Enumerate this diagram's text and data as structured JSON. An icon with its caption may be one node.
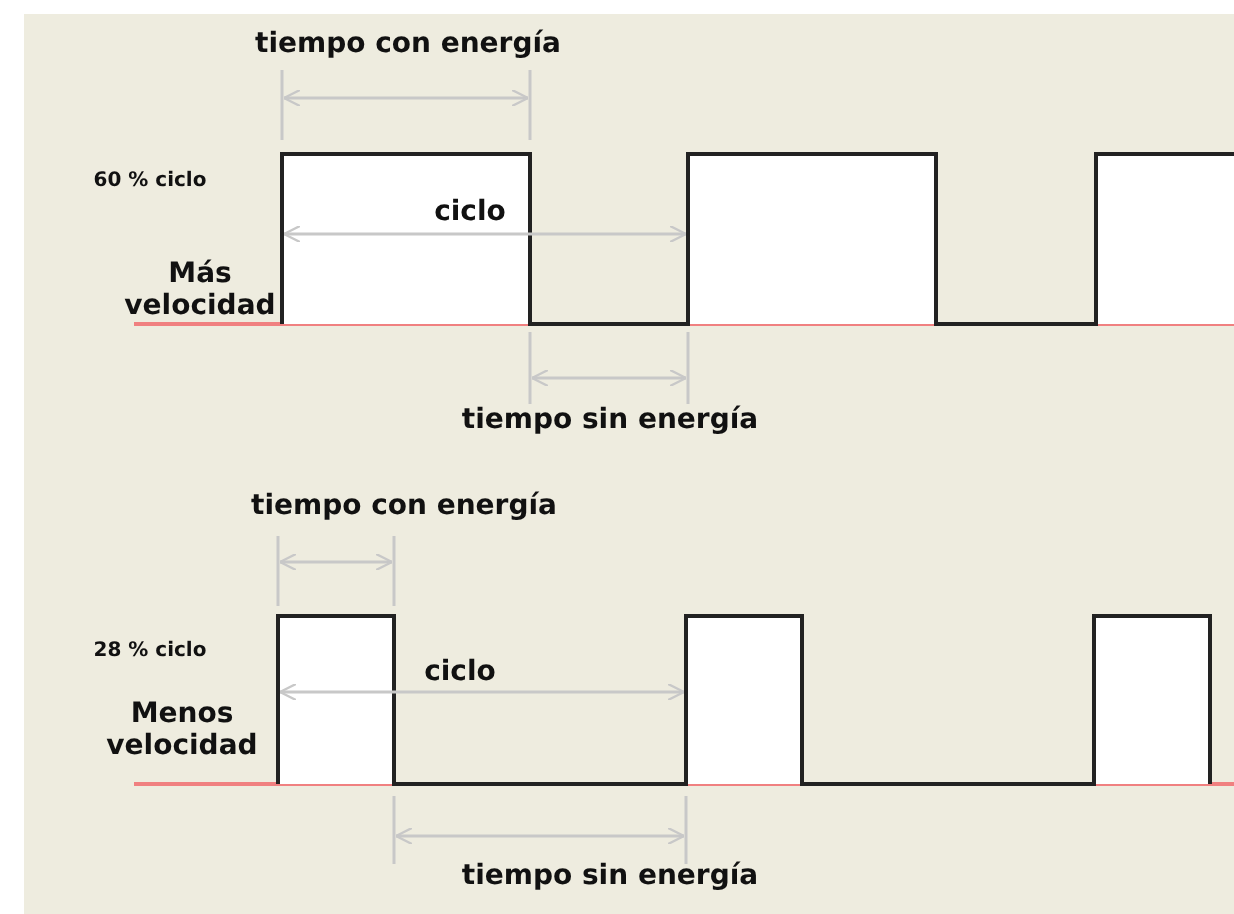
{
  "diagram": {
    "labels": [
      "tiempo con energía",
      "60 % ciclo",
      "ciclo",
      "Más velocidad",
      "tiempo sin energía",
      "tiempo con energía",
      "28 % ciclo",
      "ciclo",
      "Menos velocidad",
      "tiempo sin energía"
    ]
  }
}
